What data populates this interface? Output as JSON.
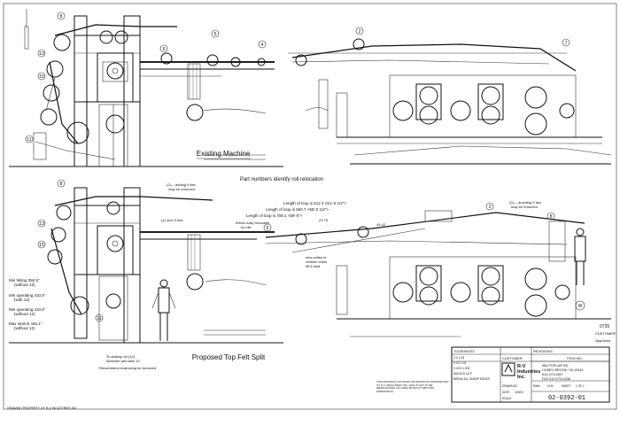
{
  "top_view": {
    "caption": "Existing Machine",
    "callouts": [
      "8",
      "13",
      "6",
      "15",
      "5",
      "4",
      "11",
      "2",
      "7"
    ]
  },
  "relocation_note": "Part numbers identify roll relocation",
  "bottom_view": {
    "caption": "Proposed Top Felt Split",
    "callouts": [
      "8",
      "13",
      "15",
      "11",
      "6",
      "2",
      "8"
    ],
    "annotations": {
      "adding_left_1": "(2)— adding 9 ties",
      "adding_left_2": "may be removed",
      "new_ties": "(4) new X ties",
      "adding_right_1": "(2)— avoiding X two",
      "adding_right_2": "may be removed",
      "loop_1": "Length of loop is 612.3 <51'-0 1/2\">",
      "loop_2": "Length of loop is 660.7 <55'-0 1/2\">",
      "loop_3": "Length of loop is 708.1 <59'-0\">",
      "dim_1": "23.75",
      "dim_2": "44.42",
      "winch_1": "Winch easy relocated",
      "winch_2": "by mill",
      "pulley_1": "new pulley to",
      "pulley_2": "redirect chain",
      "pulley_3": "lift & seal",
      "felting_1": "Min felting 350.5\"",
      "felting_2": "(without 12)",
      "op1_1": "Min operating 410.5\"",
      "op1_2": "(with 12)",
      "op2_1": "Min operating 410.5\"",
      "op2_2": "(without 12)",
      "stretch_1": "Max stretch 446.1\"",
      "stretch_2": "(without 12)",
      "roll_1": "To adding roll (12)",
      "roll_2": "stretcher will raise 11\"",
      "roll_3": "Recommend examining be removed",
      "roll_w": "W"
    }
  },
  "title_block": {
    "company_1": "R-V",
    "company_2": "Industries",
    "company_3": "Inc.",
    "address_1": "584 POPLAR RD.",
    "address_2": "HONEY BROOK, PA 19344",
    "address_3": "610-273-2457",
    "address_4": "FAX 610-273-2436",
    "customer": "CUSTOMER",
    "item_no": "ITEM NO.",
    "revisions": "REVISIONS",
    "drawing_number": "02-0392-01",
    "side_stamp_1": "0735",
    "side_stamp_2": "CUSTOMER",
    "approved": "Approved",
    "date_label": "DATE",
    "scale_label": "SCALE",
    "dwn_label": "DWN",
    "chk_label": "CHK",
    "sheet_label": "SHEET",
    "drawn_by": "DRAWN BY",
    "date_val": "6/3/02",
    "sheet_val": "1 OF 1",
    "tol_header": "TOLERANCES",
    "tol_1": "X.X ±.03",
    "tol_2": "X.XX ±.01",
    "tol_3": "X.XXX ±.005",
    "ang": "ANGLES ±1/2°",
    "break": "BREAK ALL SHARP EDGES",
    "notice": "THIS DRAWING CONTAINS INFORMATION PROPRIETARY TO R-V INDUSTRIES INC. AND IS NOT TO BE REPRODUCED OR USED WITHOUT WRITTEN PERMISSION."
  },
  "footer_text": "DRAWING PROPERTY OF R-V INDUSTRIES INC."
}
